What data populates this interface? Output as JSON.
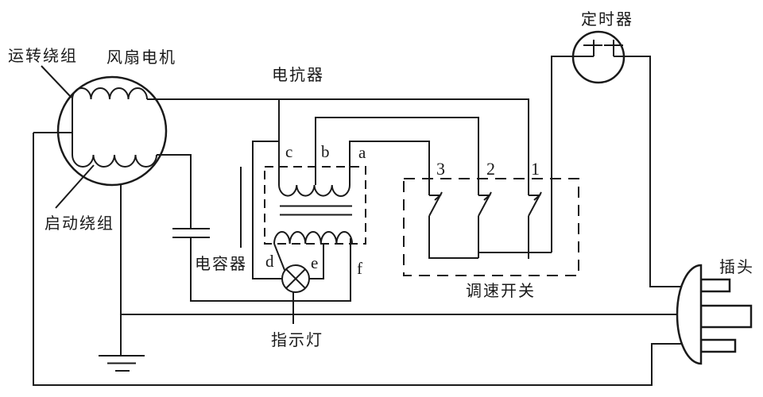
{
  "diagram": {
    "colors": {
      "line": "#1a1a1a",
      "background": "#ffffff"
    },
    "labels": {
      "running_winding": "运转绕组",
      "fan_motor": "风扇电机",
      "reactor": "电抗器",
      "timer": "定时器",
      "starting_winding": "启动绕组",
      "capacitor": "电容器",
      "indicator_light": "指示灯",
      "speed_switch": "调速开关",
      "plug": "插头"
    },
    "reactor_taps": {
      "a": "a",
      "b": "b",
      "c": "c",
      "d": "d",
      "e": "e",
      "f": "f"
    },
    "switch_positions": {
      "p1": "1",
      "p2": "2",
      "p3": "3"
    }
  }
}
